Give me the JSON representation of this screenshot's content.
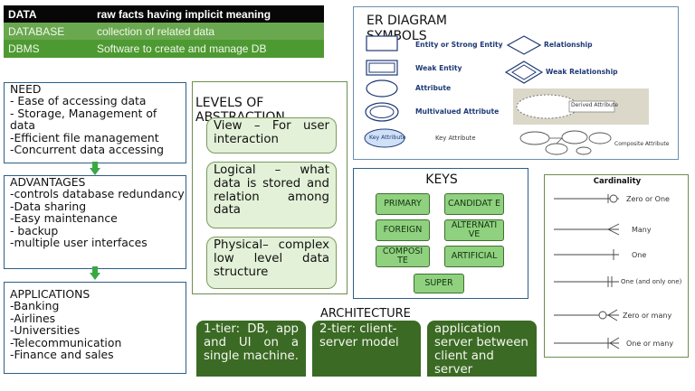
{
  "definitions": [
    {
      "term": "DATA",
      "desc": "raw facts having implicit meaning"
    },
    {
      "term": "DATABASE",
      "desc": "collection of related data"
    },
    {
      "term": "DBMS",
      "desc": "Software to create and manage DB"
    }
  ],
  "need": {
    "title": "NEED",
    "items": [
      "- Ease of accessing data",
      "- Storage, Management of data",
      "-Efficient file management",
      "-Concurrent data accessing"
    ]
  },
  "advantages": {
    "title": "ADVANTAGES",
    "items": [
      "-controls database redundancy",
      "-Data sharing",
      "-Easy maintenance",
      "- backup",
      "-multiple user interfaces"
    ]
  },
  "applications": {
    "title": "APPLICATIONS",
    "items": [
      "-Banking",
      "-Airlines",
      "-Universities",
      "-Telecommunication",
      "-Finance and sales"
    ]
  },
  "levels": {
    "title": "LEVELS OF ABSTRACTION",
    "items": [
      "View – For user interaction",
      "Logical – what data is stored and relation among data",
      "Physical– complex low level data structure"
    ]
  },
  "er": {
    "title": "ER DIAGRAM SYMBOLS",
    "labels": {
      "entity": "Entity or Strong Entity",
      "relationship": "Relationship",
      "weak_entity": "Weak Entity",
      "weak_relationship": "Weak Relationship",
      "attribute": "Attribute",
      "multivalued": "Multivalued Attribute",
      "derived": "Derived Attribute",
      "key_inner": "Key Attribute",
      "key": "Key Attribute",
      "composite": "Composite Attribute"
    }
  },
  "keys": {
    "title": "KEYS",
    "items": [
      "PRIMARY",
      "CANDIDAT E",
      "FOREIGN",
      "ALTERNATI VE",
      "COMPOSI TE",
      "ARTIFICIAL",
      "SUPER"
    ]
  },
  "cardinality": {
    "title": "Cardinality",
    "items": [
      "Zero or One",
      "Many",
      "One",
      "One (and only one)",
      "Zero or many",
      "One or many"
    ]
  },
  "architecture": {
    "title": "ARCHITECTURE",
    "tiers": [
      "1-tier: DB, app and UI on a single machine.",
      "2-tier: client-server model",
      "application server between client and server"
    ]
  },
  "colors": {
    "accent_green": "#4e9a32",
    "dark_green": "#3b6a24",
    "light_green": "#e3f1d8",
    "key_green": "#8fd17e",
    "border_blue": "#2d5f86"
  }
}
